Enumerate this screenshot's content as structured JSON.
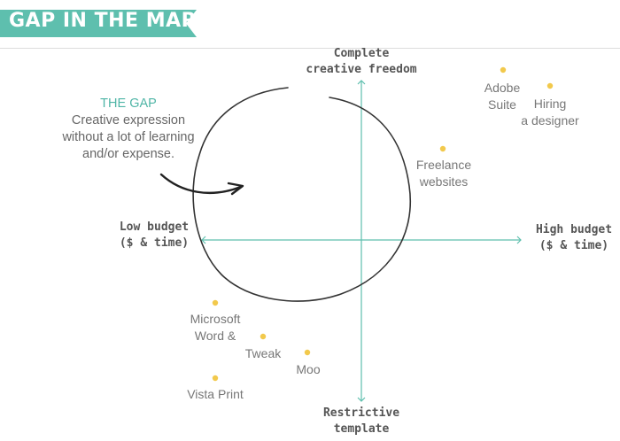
{
  "banner": {
    "title": "GAP IN THE MARKET",
    "color": "#5ebfae"
  },
  "axes": {
    "color": "#5ebfae",
    "top": [
      "Complete",
      "creative freedom"
    ],
    "bottom": [
      "Restrictive",
      "template"
    ],
    "left": [
      "Low budget",
      "($ & time)"
    ],
    "right": [
      "High budget",
      "($ & time)"
    ]
  },
  "gap": {
    "title": "THE GAP",
    "description": "Creative expression without a lot of learning and/or expense."
  },
  "point_color": "#f2c94c",
  "points": [
    {
      "id": "adobe-suite",
      "lines": [
        "Adobe",
        "Suite"
      ]
    },
    {
      "id": "hiring-a-designer",
      "lines": [
        "Hiring",
        "a designer"
      ]
    },
    {
      "id": "freelance-websites",
      "lines": [
        "Freelance",
        "websites"
      ]
    },
    {
      "id": "microsoft-word",
      "lines": [
        "Microsoft",
        "Word &"
      ]
    },
    {
      "id": "tweak",
      "lines": [
        "Tweak"
      ]
    },
    {
      "id": "moo",
      "lines": [
        "Moo"
      ]
    },
    {
      "id": "vista-print",
      "lines": [
        "Vista Print"
      ]
    }
  ]
}
